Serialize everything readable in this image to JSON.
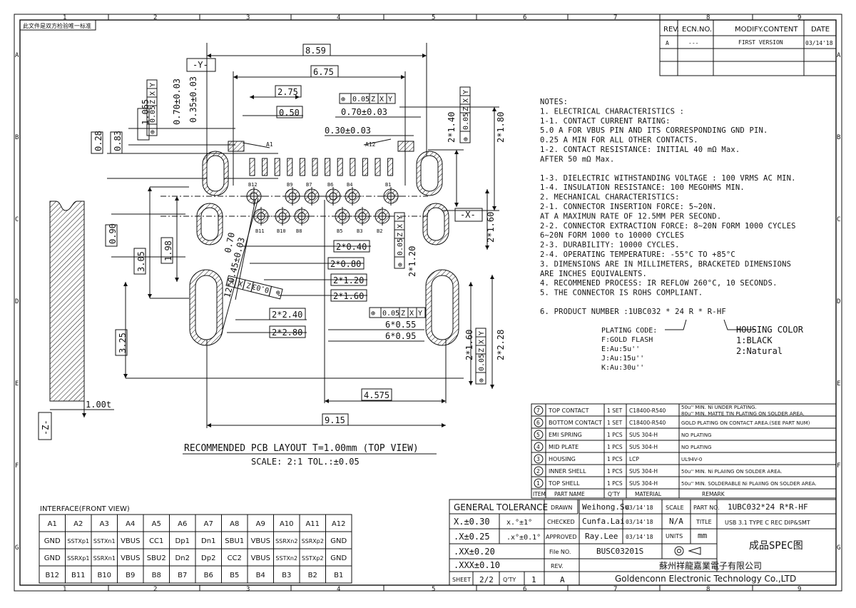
{
  "corner_label": "此文件是双方检验唯一标准",
  "grid": {
    "cols": [
      "1",
      "2",
      "3",
      "4",
      "5",
      "6",
      "7",
      "8",
      "9"
    ],
    "rows": [
      "A",
      "B",
      "C",
      "D",
      "E",
      "F",
      "G"
    ]
  },
  "revision": {
    "headers": [
      "REV.",
      "ECN.NO.",
      "MODIFY.CONTENT",
      "DATE"
    ],
    "rows": [
      [
        "A",
        "---",
        "FIRST VERSION",
        "03/14'18"
      ]
    ]
  },
  "drawing": {
    "datums": [
      "-Y-",
      "-X-",
      "-Z-"
    ],
    "dims": {
      "d859": "8.59",
      "d675": "6.75",
      "d275": "2.75",
      "d050": "0.50",
      "d070": "0.70±0.03",
      "d030": "0.30±0.03",
      "d035": "0.35±0.03",
      "d070v": "0.70±0.03",
      "d1065": "1.065",
      "d028": "0.28",
      "d083": "0.83",
      "d090": "0.90",
      "d198": "1.98",
      "d305": "3.05",
      "d325": "3.25",
      "d100t": "1.00t",
      "d2x140": "2*1.40",
      "d2x180": "2*1.80",
      "d2x160a": "2*1.60",
      "d2x120": "2*1.20",
      "d2x040": "2*0.40",
      "d2x080": "2*0.80",
      "d2x120h": "2*1.20",
      "d2x160h": "2*1.60",
      "d2x240": "2*2.40",
      "d2x280": "2*2.80",
      "d6x055": "6*0.55",
      "d6x095": "6*0.95",
      "d2x160b": "2*1.60",
      "d2x228": "2*2.28",
      "d4575": "4.575",
      "d915": "9.15",
      "d070h": "0.70",
      "d12x045": "12*0.45±0.03"
    },
    "tol_frames": {
      "f1": [
        "0.05",
        "Z",
        "X",
        "Y"
      ],
      "f2": [
        "0.05",
        "Z",
        "X",
        "Y"
      ],
      "f3": [
        "0.05",
        "Z",
        "X",
        "Y"
      ],
      "f4": [
        "0.05",
        "Z",
        "X",
        "Y"
      ],
      "f5": [
        "0.05",
        "Z",
        "X",
        "Y"
      ],
      "f6": [
        "0.05",
        "Z",
        "X",
        "Y"
      ],
      "f7": [
        "0.03",
        "Z",
        "X",
        "Y"
      ]
    },
    "pin_labels_top": [
      "B12",
      "B9",
      "B7",
      "B6",
      "B4",
      "B1"
    ],
    "pin_labels_bottom": [
      "B11",
      "B10",
      "B8",
      "B5",
      "B3",
      "B2"
    ],
    "pad_labels": [
      "A1",
      "A12"
    ],
    "caption": "RECOMMENDED PCB LAYOUT T=1.00mm (TOP VIEW)",
    "scale": "SCALE: 2:1 TOL.:±0.05"
  },
  "notes": [
    "NOTES:",
    "1. ELECTRICAL CHARACTERISTICS :",
    "   1-1. CONTACT CURRENT RATING:",
    "          5.0 A FOR VBUS PIN AND ITS CORRESPONDING GND PIN.",
    "          0.25 A MIN FOR ALL OTHER CONTACTS.",
    "   1-2. CONTACT RESISTANCE: INITIAL 40 mΩ Max.",
    "                            AFTER 50 mΩ Max.",
    "",
    "   1-3. DIELECTRIC WITHSTANDING VOLTAGE : 100 VRMS AC MIN.",
    "   1-4. INSULATION RESISTANCE: 100 MEGOHMS MIN.",
    "2. MECHANICAL CHARACTERISTICS:",
    "   2-1. CONNECTOR INSERTION FORCE: 5~20N.",
    "          AT A MAXIMUN RATE OF 12.5MM PER SECOND.",
    "   2-2. CONNECTOR EXTRACTION FORCE: 8~20N FORM 1000 CYCLES",
    "          6~20N FORM 1000 to 10000 CYCLES",
    "   2-3. DURABILITY: 10000 CYCLES.",
    "   2-4. OPERATING TEMPERATURE: -55°C TO +85°C",
    "3. DIMENSIONS ARE IN MILLIMETERS, BRACKETED DIMENSIONS",
    "   ARE INCHES EQUIVALENTS.",
    "4. RECOMMENED PROCESS: IR REFLOW 260°C, 10 SECONDS.",
    "5. THE CONNECTOR IS ROHS COMPLIANT.",
    "",
    "6. PRODUCT NUMBER :1UBC032 * 24 R * R-HF"
  ],
  "plating": {
    "title": "PLATING CODE:",
    "items": [
      "F:GOLD FLASH",
      "E:Au:5u''",
      "J:Au:15u''",
      "K:Au:30u''"
    ]
  },
  "housing": {
    "title": "HOUSING COLOR",
    "items": [
      "1:BLACK",
      "2:Natural"
    ]
  },
  "bom": {
    "rows": [
      [
        "7",
        "TOP CONTACT",
        "1 SET",
        "C18400-R540",
        "50u'' MIN. Ni UNDER PLATING.",
        "80u'' MIN. MATTE TIN PLATING ON SOLDER AREA."
      ],
      [
        "6",
        "BOTTOM CONTACT",
        "1 SET",
        "C18400-R540",
        "GOLD PLATING ON CONTACT AREA.(SEE PART NUM)",
        ""
      ],
      [
        "5",
        "EMI SPRING",
        "1 PCS",
        "SUS 304-H",
        "NO PLATING",
        ""
      ],
      [
        "4",
        "MID PLATE",
        "1 PCS",
        "SUS 304-H",
        "NO PLATING",
        ""
      ],
      [
        "3",
        "HOUSING",
        "1 PCS",
        "LCP",
        "UL94V-0",
        ""
      ],
      [
        "2",
        "INNER SHELL",
        "1 PCS",
        "SUS 304-H",
        "50u'' MIN. Ni PLAIING ON SOLDER AREA.",
        ""
      ],
      [
        "1",
        "TOP SHELL",
        "1 PCS",
        "SUS 304-H",
        "50u'' MIN. SOLDERABLE Ni PLAIING ON SOLDER AREA.",
        ""
      ]
    ],
    "header": [
      "ITEM",
      "PART NAME",
      "Q'TY",
      "MATERIAL",
      "REMARK"
    ]
  },
  "interface": {
    "title": "INTERFACE(FRONT VIEW)",
    "rows": [
      [
        "A1",
        "A2",
        "A3",
        "A4",
        "A5",
        "A6",
        "A7",
        "A8",
        "A9",
        "A10",
        "A11",
        "A12"
      ],
      [
        "GND",
        "SSTXp1",
        "SSTXn1",
        "VBUS",
        "CC1",
        "Dp1",
        "Dn1",
        "SBU1",
        "VBUS",
        "SSRXn2",
        "SSRXp2",
        "GND"
      ],
      [
        "GND",
        "SSRXp1",
        "SSRXn1",
        "VBUS",
        "SBU2",
        "Dn2",
        "Dp2",
        "CC2",
        "VBUS",
        "SSTXn2",
        "SSTXp2",
        "GND"
      ],
      [
        "B12",
        "B11",
        "B10",
        "B9",
        "B8",
        "B7",
        "B6",
        "B5",
        "B4",
        "B3",
        "B2",
        "B1"
      ]
    ]
  },
  "title_block": {
    "general_tolerance": "GENERAL TOLERANCE",
    "tolerances": [
      [
        "X.±0.30",
        "x.°±1°"
      ],
      [
        ".X±0.25",
        ".x°±0.1°"
      ],
      [
        ".XX±0.20",
        ""
      ],
      [
        ".XXX±0.10",
        ""
      ]
    ],
    "drawn_label": "DRAWN",
    "drawn_by": "Weihong.Su",
    "drawn_date": "03/14'18",
    "checked_label": "CHECKED",
    "checked_by": "Cunfa.Lai",
    "checked_date": "03/14'18",
    "approved_label": "APPROVED",
    "approved_by": "Ray.Lee",
    "approved_date": "03/14'18",
    "scale_label": "SCALE",
    "scale": "N/A",
    "units_label": "UNITS",
    "units": "mm",
    "partno_label": "PART NO.",
    "partno": "1UBC032*24 R*R-HF",
    "title_label": "TITLE",
    "title": "USB 3.1 TYPE C REC DIP&SMT",
    "fileno_label": "File NO.",
    "fileno": "BUSC03201S",
    "rev_label": "REV.",
    "rev": "A",
    "sheet_label": "SHEET",
    "sheet": "2/2",
    "qty_label": "Q'TY",
    "qty": "1",
    "spec": "成品SPEC图",
    "company_cn": "蘇州祥龍嘉業電子有限公司",
    "company_en": "Goldenconn Electronic Technology Co.,LTD"
  }
}
